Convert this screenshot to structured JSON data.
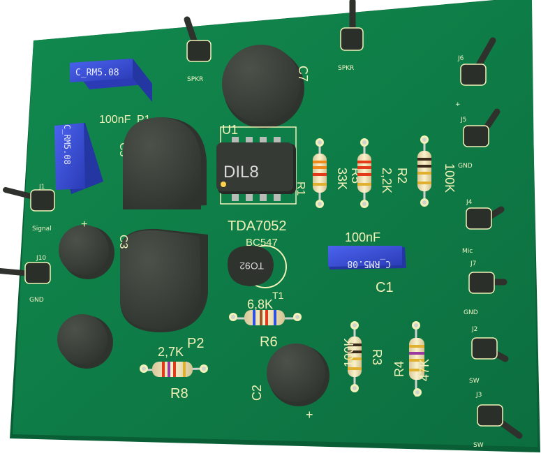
{
  "board": {
    "colors": {
      "board": "#0e7a45",
      "board_edge": "#0a5e35",
      "silk": "#f2f2b8",
      "part_dark": "#3b4038",
      "cap_blue": "#3a4ed8",
      "resistor_body": "#f2e6b8",
      "pin": "#2e312c"
    }
  },
  "labels": {
    "spkr_left": "SPKR",
    "spkr_right": "SPKR",
    "c7": "C7",
    "cap_p1_value": "100nF",
    "p1": "P1",
    "c5": "C5",
    "c3": "C3",
    "u1": "U1",
    "dil8": "DIL8",
    "tda": "TDA7052",
    "bc547": "BC547",
    "to92": "TO92",
    "t1": "T1",
    "r5_value": "33K",
    "r5": "R5",
    "r2_value": "2,2K",
    "r2": "R2",
    "r1_value": "100K",
    "r1": "R1",
    "c_rm5_top": "C_RM5.08",
    "c_rm5_left": "C_RM5.08",
    "c_rm5_right": "C_RM5.08",
    "c1_value": "100nF",
    "c1": "C1",
    "r6_value": "6,8K",
    "r6": "R6",
    "r8_value": "2,7K",
    "r8": "R8",
    "p2": "P2",
    "c2": "C2",
    "r3_value": "100K",
    "r3": "R3",
    "r4_value": "47K",
    "r4": "R4",
    "plus_left": "+",
    "plus_bottom": "+",
    "plus_small": "+",
    "j1": "J1",
    "signal": "Signal",
    "j10": "J10",
    "gnd_left": "GND",
    "j6": "J6",
    "j5": "J5",
    "gnd_right_top": "GND",
    "j4": "J4",
    "mic": "Mic",
    "j7": "J7",
    "gnd_right": "GND",
    "j2": "J2",
    "sw_1": "SW",
    "j3": "J3",
    "sw_2": "SW"
  }
}
